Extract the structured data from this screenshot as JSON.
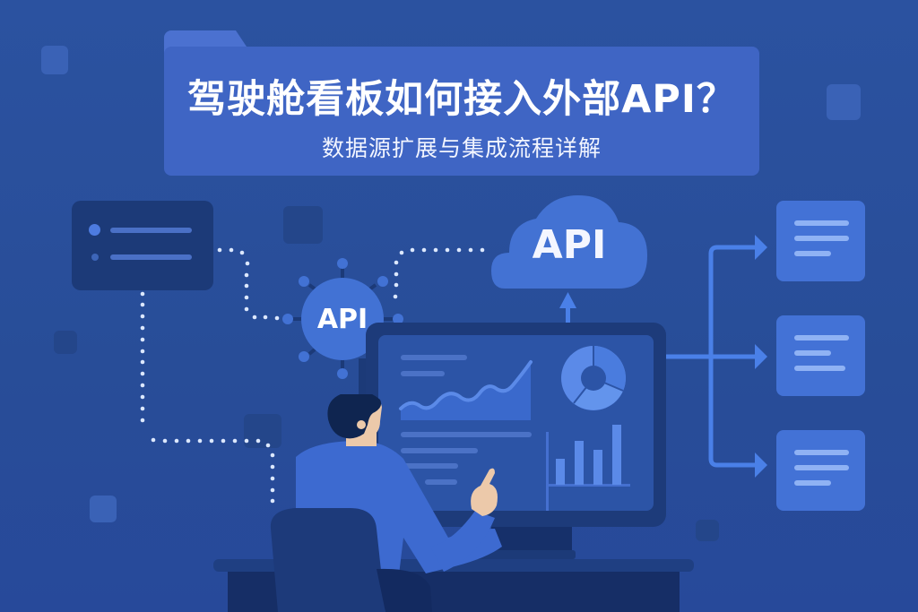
{
  "banner": {
    "title": "驾驶舱看板如何接入外部API？",
    "subtitle": "数据源扩展与集成流程详解"
  },
  "hub": {
    "label": "API",
    "icon": "api-hub-icon"
  },
  "cloud": {
    "label": "API",
    "icon": "cloud-icon"
  },
  "source_card": {
    "icon": "data-source-list-icon",
    "rows": 2
  },
  "dashboard": {
    "widgets": [
      "line-area-chart",
      "donut-chart",
      "bar-chart",
      "text-lines"
    ],
    "bar_chart_heights": [
      25,
      43,
      34,
      59
    ]
  },
  "outputs": {
    "count": 3,
    "icon": "document-icon"
  },
  "colors": {
    "background": "#2a4f9a",
    "banner": "#3f65c4",
    "accent": "#4272d4",
    "dark_panel": "#1c3a78",
    "light_line": "#8fb2f4",
    "dotted_path": "#dce8ff"
  }
}
